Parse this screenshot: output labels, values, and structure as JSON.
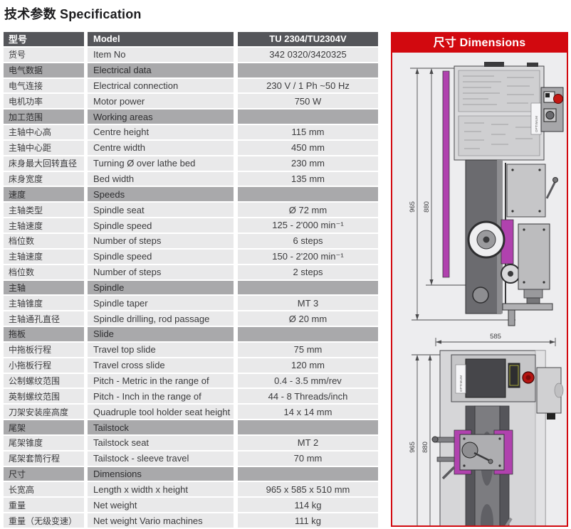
{
  "page_title": "技术参数 Specification",
  "table": {
    "header": {
      "cn": "型号",
      "en": "Model",
      "value": "TU 2304/TU2304V"
    },
    "rows": [
      {
        "type": "data",
        "cn": "货号",
        "en": "Item No",
        "value": "342 0320/3420325"
      },
      {
        "type": "section",
        "cn": "电气数据",
        "en": "Electrical data",
        "value": ""
      },
      {
        "type": "data",
        "cn": "电气连接",
        "en": "Electrical connection",
        "value": "230 V / 1 Ph ~50 Hz"
      },
      {
        "type": "data",
        "cn": "电机功率",
        "en": "Motor power",
        "value": "750 W"
      },
      {
        "type": "section",
        "cn": "加工范围",
        "en": "Working areas",
        "value": ""
      },
      {
        "type": "data",
        "cn": "主轴中心高",
        "en": "Centre height",
        "value": "115 mm"
      },
      {
        "type": "data",
        "cn": "主轴中心距",
        "en": "Centre width",
        "value": "450 mm"
      },
      {
        "type": "data",
        "cn": "床身最大回转直径",
        "en": "Turning Ø over lathe bed",
        "value": "230 mm"
      },
      {
        "type": "data",
        "cn": "床身宽度",
        "en": "Bed width",
        "value": "135 mm"
      },
      {
        "type": "section",
        "cn": "速度",
        "en": "Speeds",
        "value": ""
      },
      {
        "type": "data",
        "cn": "主轴类型",
        "en": "Spindle seat",
        "value": "Ø 72 mm"
      },
      {
        "type": "data",
        "cn": "主轴速度",
        "en": "Spindle speed",
        "value": "125 - 2'000 min⁻¹"
      },
      {
        "type": "data",
        "cn": "档位数",
        "en": "Number of steps",
        "value": "6 steps"
      },
      {
        "type": "data",
        "cn": "主轴速度",
        "en": "Spindle speed",
        "value": "150 - 2'200 min⁻¹"
      },
      {
        "type": "data",
        "cn": "档位数",
        "en": "Number of steps",
        "value": "2 steps"
      },
      {
        "type": "section",
        "cn": "主轴",
        "en": "Spindle",
        "value": ""
      },
      {
        "type": "data",
        "cn": "主轴锥度",
        "en": "Spindle taper",
        "value": "MT 3"
      },
      {
        "type": "data",
        "cn": "主轴通孔直径",
        "en": "Spindle drilling, rod passage",
        "value": "Ø 20 mm"
      },
      {
        "type": "section",
        "cn": "拖板",
        "en": "Slide",
        "value": ""
      },
      {
        "type": "data",
        "cn": "中拖板行程",
        "en": "Travel top slide",
        "value": "75 mm"
      },
      {
        "type": "data",
        "cn": "小拖板行程",
        "en": "Travel cross slide",
        "value": "120 mm"
      },
      {
        "type": "data",
        "cn": "公制螺纹范围",
        "en": "Pitch - Metric in the range of",
        "value": "0.4 - 3.5 mm/rev"
      },
      {
        "type": "data",
        "cn": "英制螺纹范围",
        "en": "Pitch - Inch in the range of",
        "value": "44 - 8 Threads/inch"
      },
      {
        "type": "data",
        "cn": "刀架安装座高度",
        "en": "Quadruple tool holder seat height",
        "value": "14 x 14 mm"
      },
      {
        "type": "section",
        "cn": "尾架",
        "en": "Tailstock",
        "value": ""
      },
      {
        "type": "data",
        "cn": "尾架锥度",
        "en": "Tailstock seat",
        "value": "MT 2"
      },
      {
        "type": "data",
        "cn": "尾架套筒行程",
        "en": "Tailstock - sleeve travel",
        "value": "70 mm"
      },
      {
        "type": "section",
        "cn": "尺寸",
        "en": "Dimensions",
        "value": ""
      },
      {
        "type": "data",
        "cn": "长宽高",
        "en": "Length x width x height",
        "value": "965 x 585 x 510 mm"
      },
      {
        "type": "data",
        "cn": "重量",
        "en": "Net weight",
        "value": "114 kg"
      },
      {
        "type": "data",
        "cn": "重量（无级变速）",
        "en": "Net weight Vario machines",
        "value": "111 kg"
      }
    ]
  },
  "panel": {
    "title": "尺寸 Dimensions",
    "logo_text": "OPTIMUM",
    "front_view": {
      "height_overall": "965",
      "height_inner": "880"
    },
    "top_view": {
      "width": "585",
      "length_overall": "965",
      "length_inner": "880"
    }
  },
  "colors": {
    "accent_red": "#d2090f",
    "header_gray": "#55565a",
    "section_gray": "#a9a9ab",
    "row_gray": "#e9e9ea",
    "machine_magenta": "#b042ae"
  }
}
